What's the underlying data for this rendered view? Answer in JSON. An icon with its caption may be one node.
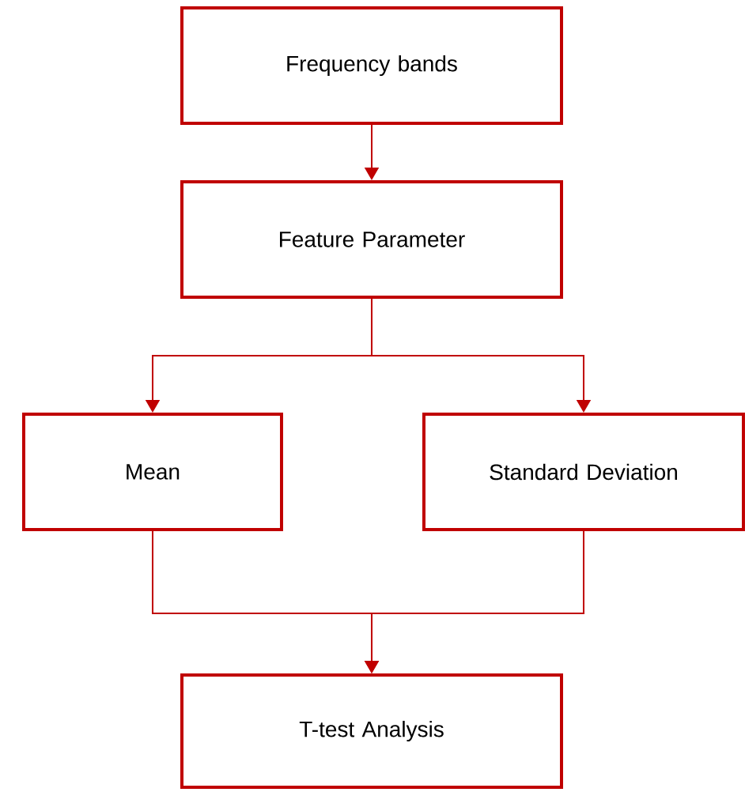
{
  "diagram": {
    "nodes": [
      {
        "text": [
          "Frequency bands"
        ]
      },
      {
        "text": [
          "Feature Parameter"
        ]
      },
      {
        "text": [
          "Mean"
        ]
      },
      {
        "text": [
          "Standard Deviation"
        ]
      },
      {
        "text": [
          "T-test Analysis"
        ]
      }
    ],
    "edges": [
      {
        "from": 0,
        "to": 1,
        "arrow": "to"
      },
      {
        "from": 1,
        "to": 2,
        "arrow": "to"
      },
      {
        "from": 1,
        "to": 3,
        "arrow": "to"
      },
      {
        "from": 2,
        "to": 4,
        "arrow": "to"
      },
      {
        "from": 3,
        "to": 4,
        "arrow": "to"
      }
    ]
  }
}
